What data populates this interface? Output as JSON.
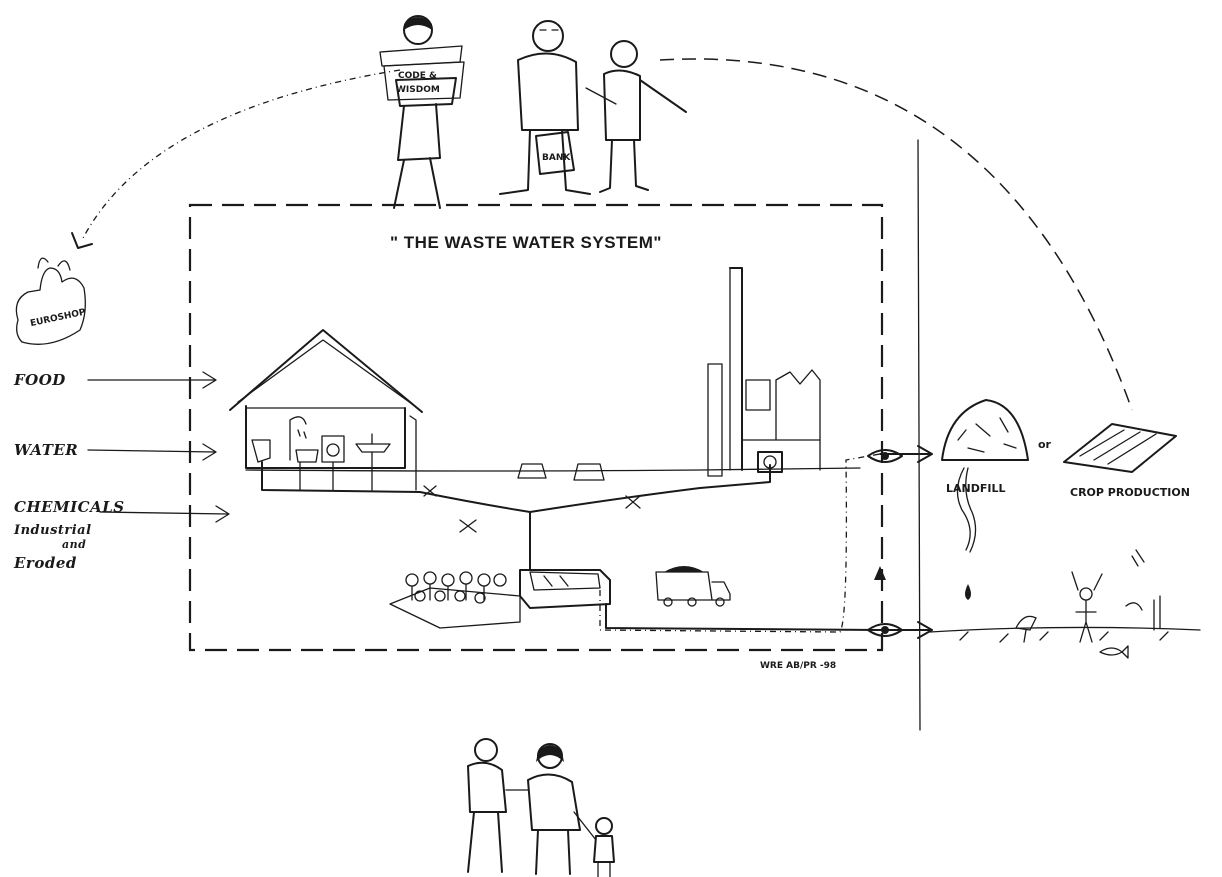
{
  "diagram": {
    "title": "\" THE WASTE WATER SYSTEM\"",
    "inputs": {
      "store_label": "EUROSHOP",
      "food": "FOOD",
      "water": "WATER",
      "chemicals": "CHEMICALS",
      "chem_line1": "Industrial",
      "chem_line2": "and",
      "chem_line3": "Eroded"
    },
    "outputs": {
      "landfill": "LANDFILL",
      "or": "or",
      "crop_production": "CROP PRODUCTION"
    },
    "authorities": {
      "book_line1": "CODE &",
      "book_line2": "WISDOM",
      "bag_label": "BANK"
    },
    "signature": "WRE AB/PR -98"
  }
}
